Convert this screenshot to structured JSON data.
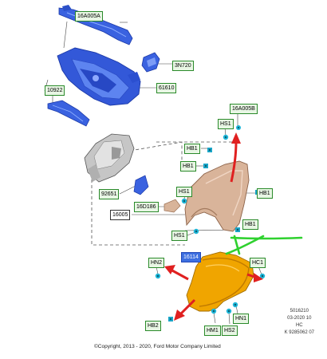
{
  "labels": {
    "l_16a005a": "16A005A",
    "l_3n720": "3N720",
    "l_61610": "61610",
    "l_10922": "10922",
    "l_16a005b": "16A005B",
    "l_hs1_top": "HS1",
    "l_hb1_a": "HB1",
    "l_hb1_b": "HB1",
    "l_hs1_mid": "HS1",
    "l_hb1_right": "HB1",
    "l_92651": "92651",
    "l_16d186": "16D186",
    "l_16005": "16005",
    "l_hb1_c": "HB1",
    "l_hs1_low": "HS1",
    "l_16114": "16114",
    "l_hn2": "HN2",
    "l_hc1": "HC1",
    "l_hn1": "HN1",
    "l_hb2": "HB2",
    "l_hm1": "HM1",
    "l_hs2": "HS2"
  },
  "side_codes": [
    "5016210",
    "03-2020 10",
    "HC",
    "K 9285062 07"
  ],
  "footer": {
    "copyright": "©Copyright, 2013 - 2020, Ford Motor Company Limited"
  },
  "colors": {
    "label_fill": "#e8f6e4",
    "label_border": "#2a8a2a",
    "selected_label": "#3d6fe0",
    "arrow_red": "#e02020",
    "annotation_green": "#2fd12f",
    "panel_blue": "#3358d8",
    "fender_copper": "#d9b49a",
    "liner_orange": "#f0a500"
  }
}
